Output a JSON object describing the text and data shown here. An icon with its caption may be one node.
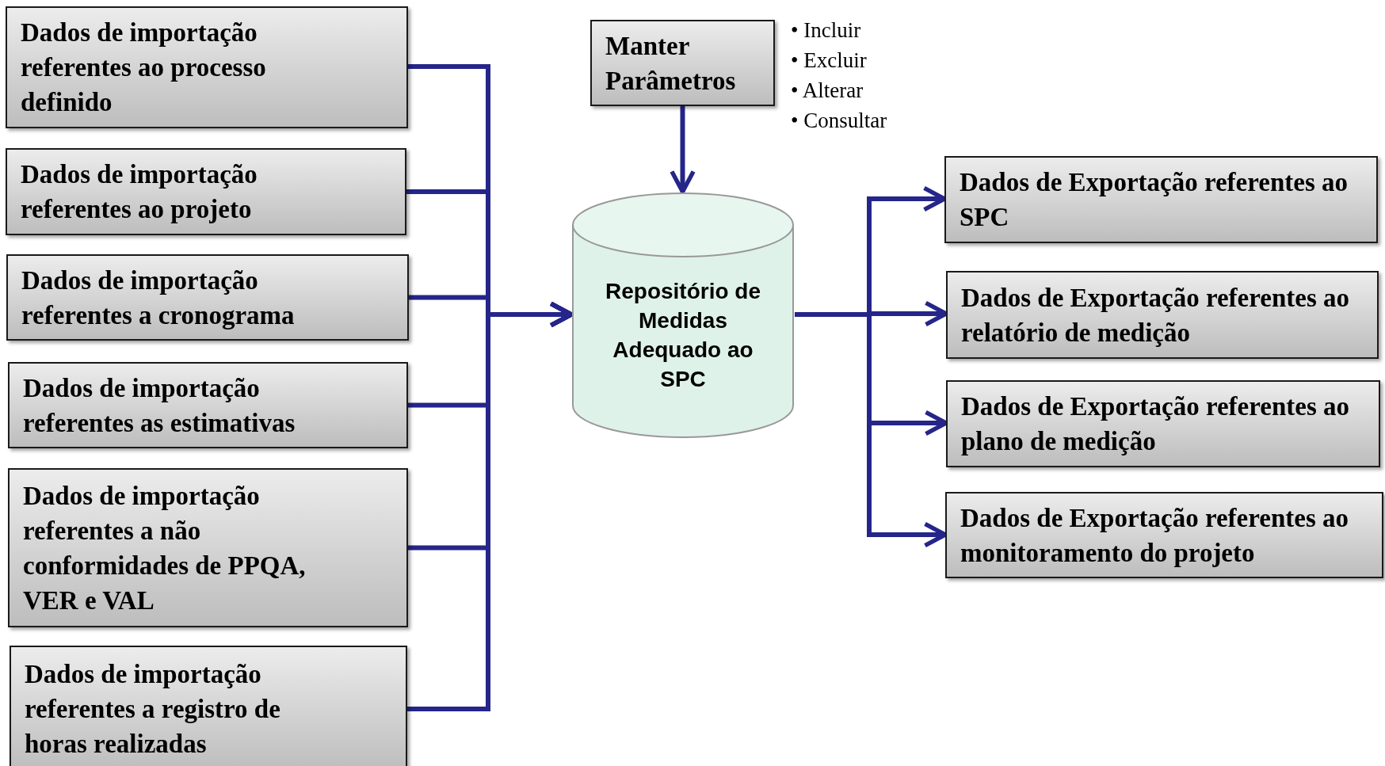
{
  "diagram": {
    "nodes": [
      {
        "text": [
          "Dados de importação referentes ao processo definido"
        ]
      },
      {
        "text": [
          "Dados de importação referentes ao projeto"
        ]
      },
      {
        "text": [
          "Dados de importação referentes a cronograma"
        ]
      },
      {
        "text": [
          "Dados de importação referentes as estimativas"
        ]
      },
      {
        "text": [
          "Dados de importação referentes a não conformidades de PPQA, VER e VAL"
        ]
      },
      {
        "text": [
          "Dados de importação referentes a registro de horas realizadas"
        ]
      },
      {
        "text": [
          "Manter Parâmetros"
        ],
        "beside": [
          "• Incluir",
          "• Excluir",
          "• Alterar",
          "• Consultar"
        ]
      },
      {
        "text": [
          "Repositório de Medidas Adequado ao SPC"
        ]
      },
      {
        "text": [
          "Dados de Exportação referentes ao SPC"
        ]
      },
      {
        "text": [
          "Dados de Exportação referentes ao relatório de medição"
        ]
      },
      {
        "text": [
          "Dados de Exportação referentes ao plano de medição"
        ]
      },
      {
        "text": [
          "Dados de Exportação referentes ao monitoramento do projeto"
        ]
      }
    ],
    "edges": [
      {
        "from": 0,
        "to": 7,
        "arrow": "to"
      },
      {
        "from": 1,
        "to": 7,
        "arrow": "to"
      },
      {
        "from": 2,
        "to": 7,
        "arrow": "to"
      },
      {
        "from": 3,
        "to": 7,
        "arrow": "to"
      },
      {
        "from": 4,
        "to": 7,
        "arrow": "to"
      },
      {
        "from": 5,
        "to": 7,
        "arrow": "to"
      },
      {
        "from": 6,
        "to": 7,
        "arrow": "to"
      },
      {
        "from": 7,
        "to": 8,
        "arrow": "to"
      },
      {
        "from": 7,
        "to": 9,
        "arrow": "to"
      },
      {
        "from": 7,
        "to": 10,
        "arrow": "to"
      },
      {
        "from": 7,
        "to": 11,
        "arrow": "to"
      }
    ]
  }
}
